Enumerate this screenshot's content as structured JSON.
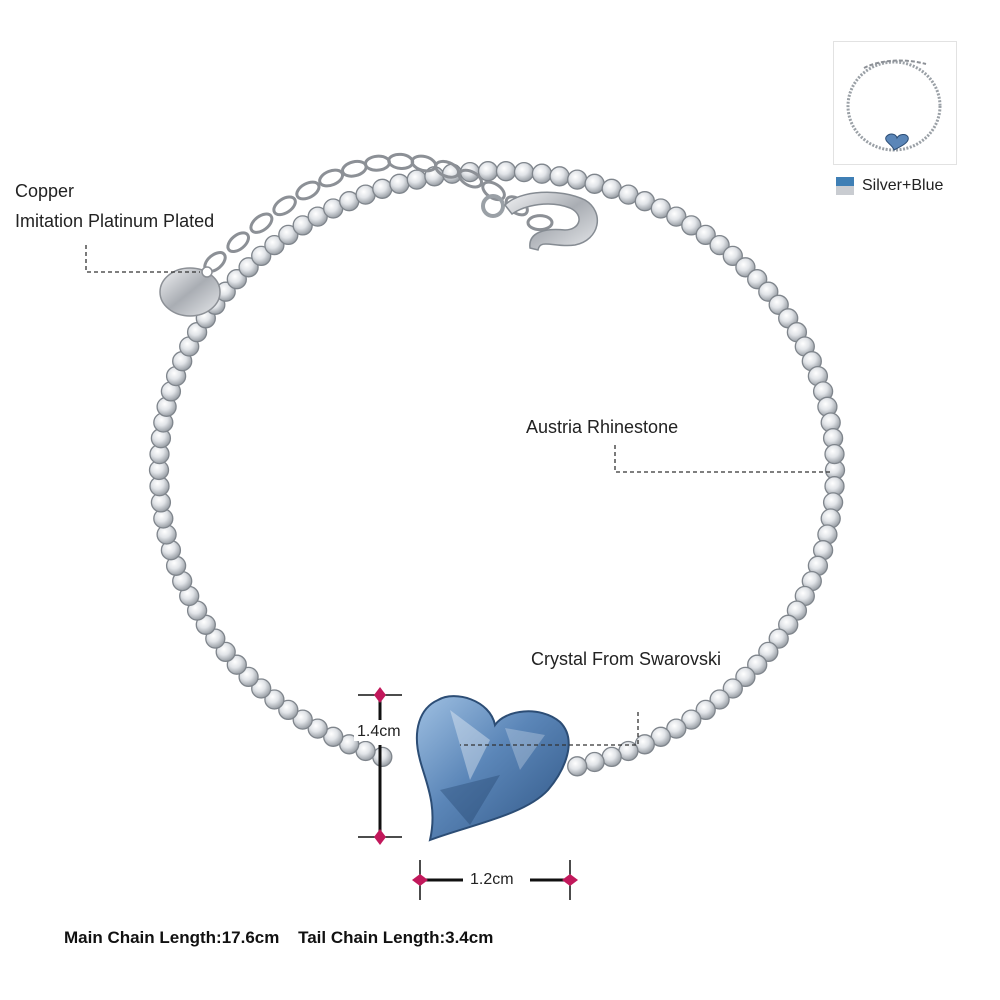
{
  "labels": {
    "material_line1": "Copper",
    "material_line2": "Imitation Platinum Plated",
    "rhinestone": "Austria Rhinestone",
    "crystal": "Crystal From Swarovski"
  },
  "dimensions": {
    "height": "1.4cm",
    "width": "1.2cm"
  },
  "variant": {
    "name": "Silver+Blue",
    "colors": {
      "top": "#3f7fb5",
      "bottom": "#c9ccd1"
    }
  },
  "footer": {
    "main_chain": "Main Chain Length:17.6cm",
    "tail_chain": "Tail Chain Length:3.4cm"
  },
  "colors": {
    "accent_marker": "#c2185b",
    "crystal_blue": "#5b86b8",
    "silver": "#b8bcc2"
  },
  "icons": [
    "bracelet-image",
    "heart-crystal-image",
    "variant-thumbnail-image",
    "color-swatch-icon"
  ]
}
